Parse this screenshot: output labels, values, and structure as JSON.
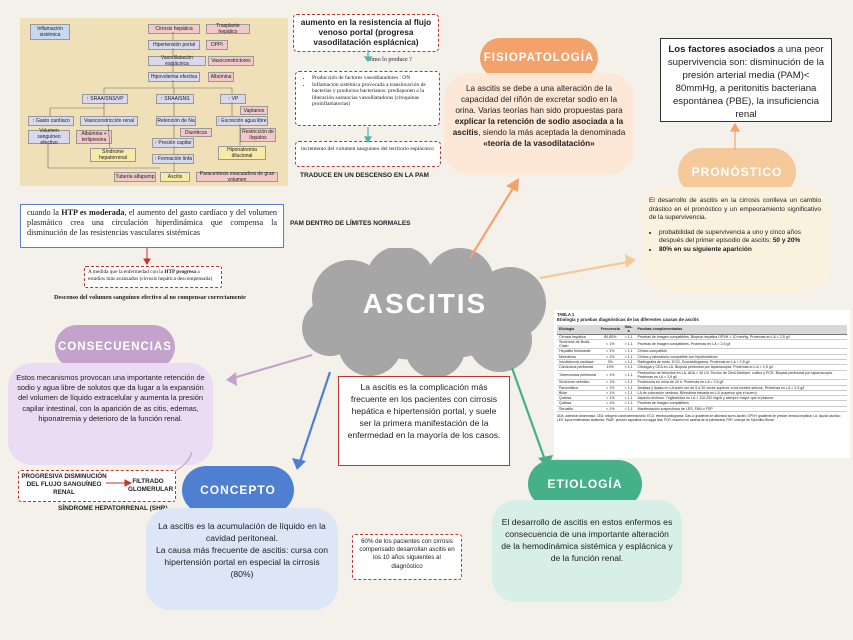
{
  "main_title": "ASCITIS",
  "intro": "La ascitis es la complicación más frecuente en los pacientes con cirrosis hepática e hipertensión portal, y suele ser la primera manifestación de la enfermedad en la mayoría de los casos.",
  "fisiopatologia": {
    "title": "FISIOPATOLOGÍA",
    "text_a": "La ascitis se debe a una alteración de la capacidad del riñón de excretar sodio en la orina. Varias teorías han sido propuestas para ",
    "text_b": "explicar la retención de sodio asociada a la ascitis",
    "text_c": ", siendo la más aceptada la denominada ",
    "text_d": "«teoría de la vasodilatación»"
  },
  "top_box": "aumento en la resistencia al flujo venoso portal (progresa vasodilatación esplácnica)",
  "como_se_produce": "Cómo lo produce ?",
  "produccion_items": [
    "Producción de factores vasodilatadores : ON",
    "Inflamación sistémica provocada a translocación de bacterias y productos bacterianos: predisponen a la liberación sustancias vasodilatadoras (citoquinas proinflamatorias)"
  ],
  "incremento": "incremento del volumen sanguíneo del territorio esplácnico",
  "traduce": "TRADUCE EN UN DESCENSO EN LA PAM",
  "htp_moderada": {
    "a": "cuando la ",
    "b": "HTP es moderada",
    "c": ", el aumento del gasto cardíaco y del volumen plasmático crea una circulación hiperdinámica que compensa la disminución de las resistencias vasculares sistémicas"
  },
  "pam_dentro": "PAM DENTRO DE LÍMITES NORMALES",
  "htp_progresa": {
    "a": "A medida que la enfermedad con la ",
    "b": "HTP progresa",
    "c": " a estadios más avanzados (cirrosis hepática descompensada)"
  },
  "descenso": "Descenso del volumen sanguíneo efectivo al no compensar correctamente",
  "factores": {
    "bold": "Los factores asociados",
    "rest": " a una peor supervivencia son: disminución de la presión arterial media (PAM)< 80mmHg, a peritonitis bacteriana espontánea (PBE), la insuficiencia renal"
  },
  "pronostico": {
    "title": "PRONÓSTICO",
    "text": "El desarrollo de ascitis en la cirrosis conlleva un cambio drástico en el pronóstico y un empeoramiento significativo de la supervivencia.",
    "bullet1_a": "probabilidad de supervivencia a uno y cinco años después del primer episodio de ascitis: ",
    "bullet1_b": "50 y 20%",
    "bullet2": "80% en su siguiente aparición"
  },
  "consecuencias": {
    "title": "CONSECUENCIAS",
    "text": "Estos mecanismos provocan una importante retención de sodio y agua libre de solutos que da lugar a la expansión del volumen de líquido extracelular y aumenta la presión capilar intestinal, con la aparición de as citis, edemas, hiponatremia y deterioro de la función renal."
  },
  "progresiva": "PROGRESIVA DISMINUCIÓN DEL FLUJO SANGUÍNEO RENAL",
  "filtrado": "FILTRADO GLOMERULAR",
  "shr": "SÍNDROME HEPATORRENAL (SHR)",
  "concepto": {
    "title": "CONCEPTO",
    "text1": "La ascitis es la acumulación de líquido en la cavidad peritoneal.",
    "text2": "La causa más frecuente de ascitis: cursa con hipertensión portal en especial la cirrosis (80%)"
  },
  "sesenta": "60% de los pacientes con cirrosis compensado desarrollan ascitis en los 10 años siguientes al diagnóstico",
  "etiologia": {
    "title": "ETIOLOGÍA",
    "text": "El desarrollo de ascitis en estos enfermos es consecuencia de una importante alteración de la hemodinámica sistémica y esplácnica y de la función renal."
  },
  "tabla": {
    "caption": "TABLA 1",
    "subtitle": "Etiología y pruebas diagnósticas de las diferentes causas de ascitis",
    "headers": [
      "Etiología",
      "Frecuencia",
      "Gas-a",
      "Pruebas complementarias"
    ],
    "rows": [
      [
        "Cirrosis hepática",
        "80-85%",
        "> 1,1",
        "Pruebas de imagen compatibles. Biopsia hepática GPVH > 10 mmHg. Proteínas en LA < 2,5 g/l"
      ],
      [
        "Síndrome de Budd-Chiari",
        "< 1%",
        "> 1,1",
        "Pruebas de imagen compatibles. Proteínas en LA > 2,5 g/l"
      ],
      [
        "Hepatitis fulminante",
        "< 1%",
        "> 1,1",
        "Clínica compatible"
      ],
      [
        "Mixedema",
        "< 1%",
        "> 1,1",
        "Clínica y laboratorio compatible con hipotiroidismo"
      ],
      [
        "Insuficiencia cardíaca",
        "3%",
        "> 1,1",
        "Radiografía de tórax, ECG, Ecocardiograma. Proteínas en LA > 2,5 g/l"
      ],
      [
        "Carcinoma peritoneal",
        "10%",
        "< 1,1",
        "Citología y CEA en LA. Biopsia peritoneal por laparoscopia. Proteínas en LA > 2,5 g/l"
      ],
      [
        "Tuberculosis peritoneal",
        "< 1%",
        "< 1,1",
        "Predominio de linfocitos en LA. ADA > 40 U/l. Tinción de Ziehl-Neelsen, cultivo y PCR. Biopsia peritoneal por laparoscopia. Proteínas en LA > 2,5 g/l"
      ],
      [
        "Síndrome nefrótico",
        "< 1%",
        "< 1,1",
        "Proteinuria en orina de 24 h. Proteínas en LA < 2,5 g/l"
      ],
      [
        "Pancreática",
        "< 1%",
        "< 1,1",
        "Amilasa y lipasa en LA suele ser de 5 a 20 veces superior a los niveles séricos. Proteínas en LA > 2,5 g/l"
      ],
      [
        "Biliar",
        "< 1%",
        "< 1,1",
        "LA de coloración verdosa. Bilirrubina elevada en LA (superior que el suero)"
      ],
      [
        "Quilosa",
        "< 1%",
        "< 1,1",
        "Aspecto lechoso. Triglicéridos en LA > 110-200 mg/dl y siempre mayor que el plasma"
      ],
      [
        "Quilosa",
        "< 1%",
        "< 1,1",
        "Pruebas de imagen compatibles"
      ],
      [
        "Serositis",
        "< 1%",
        "< 1,1",
        "Manifestación sospechosa de LES, FAN o FSP"
      ]
    ],
    "footnote": "ADA: adenosín deaminasa; CEA: antígeno carcinoembrionario; ECG: electrocardiograma; Gas-a: gradiente de albúmina suero-ascitis; GPVH: gradiente de presión venosa hepática; LA: líquido ascítico; LES: lupus eritematoso sistémico; PAAF: punción aspirativa con aguja fina; PCR: reacción en cadena de la polimerasa; FSP: síncope de Schindler-Rienzi."
  },
  "flowchart": {
    "boxes": [
      "Inflamación sistémica",
      "Cirrosis hepática",
      "Trasplante hepático",
      "Hipertensión portal",
      "DPPI",
      "Vasodilatación esplácnica",
      "Vasoconstrictores",
      "Hipovolemia efectiva",
      "Albúmina",
      "↑ SRAA/SNS/VP",
      "↑ SRAA/SNS",
      "↑ VP",
      "Vaptanes",
      "↑ Gasto cardíaco",
      "Vasoconstricción renal",
      "Retención de Na",
      "↑ Excreción agua libre",
      "Albúmina + terlipresina",
      "↑ Presión capilar",
      "Diuréticos",
      "Restricción de líquidos",
      "Síndrome hepatorrenal",
      "↑ Formación linfa",
      "Hiponatremia dilucional",
      "Volumen sanguíneo efectivo",
      "Tubería alfapump",
      "Ascitis",
      "Paracentesis evacuadora de gran volumen"
    ]
  },
  "colors": {
    "orange": "#f2a26a",
    "purple": "#c3a3cc",
    "blue": "#4f7fd0",
    "green": "#45b08a",
    "gray": "#a6a6a6",
    "red": "#c2342d",
    "peach_bg": "#fde7d6",
    "lilac_bg": "#eadcf2",
    "lightblue_bg": "#dce6f7",
    "mint_bg": "#d7efe6",
    "cream_bg": "#fbf1df"
  }
}
